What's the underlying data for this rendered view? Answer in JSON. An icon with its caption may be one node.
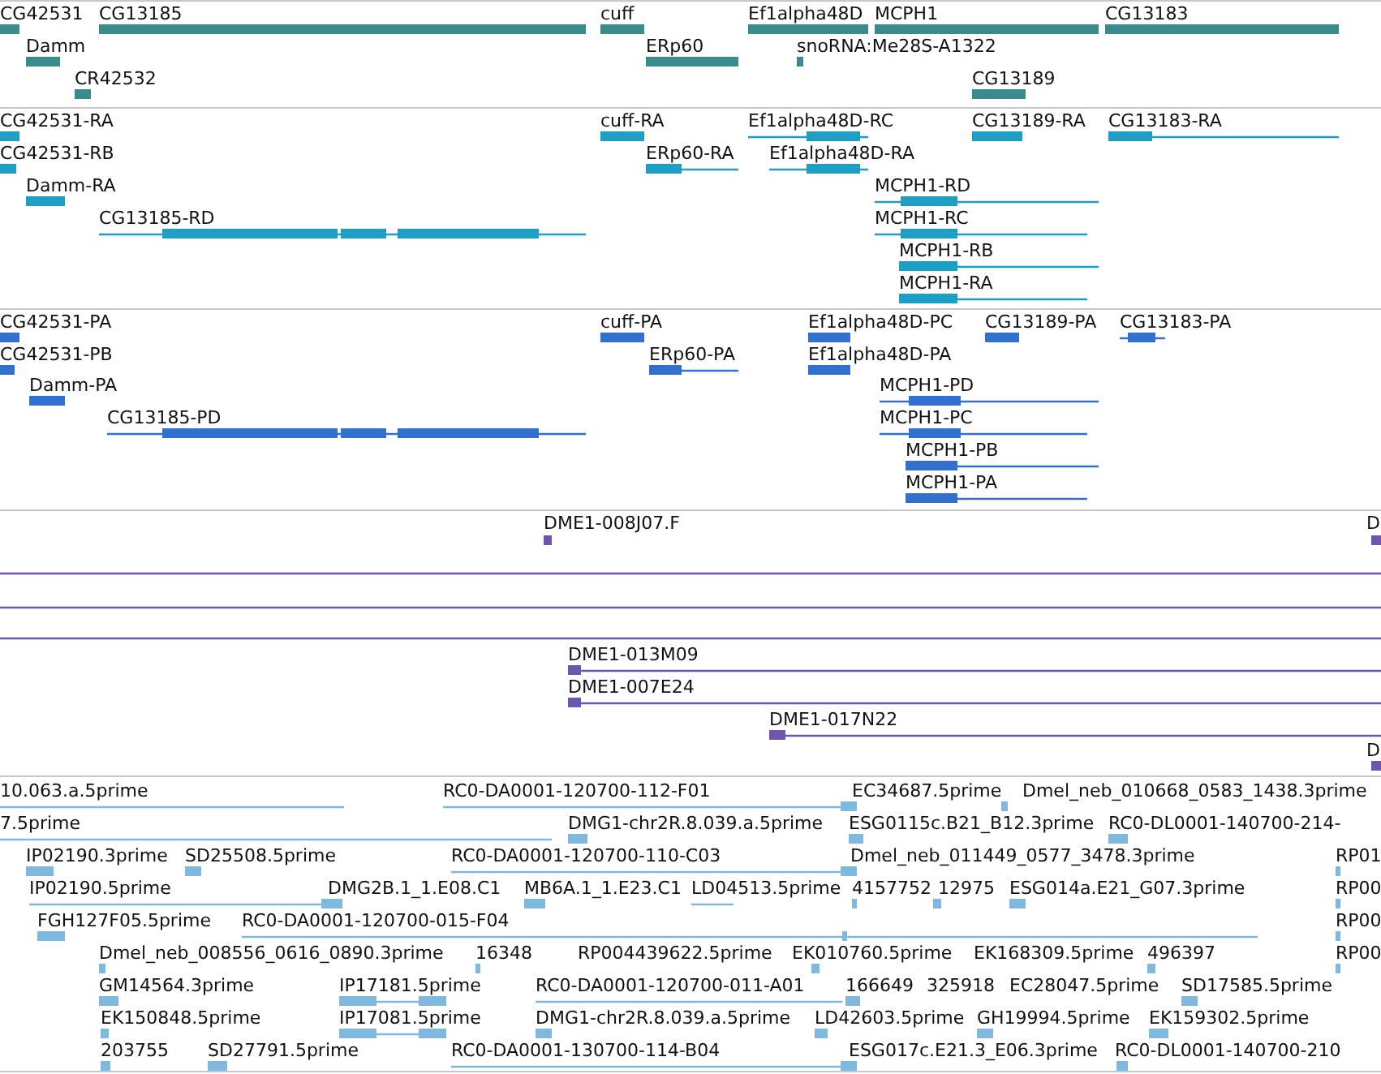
{
  "diagram": {
    "labels": [
      "CG42531",
      "CG13185",
      "cuff",
      "Ef1alpha48D",
      "MCPH1",
      "CG13183",
      "Damm",
      "ERp60",
      "snoRNA:Me28S-A1322",
      "CR42532",
      "CG13189",
      "CG42531-RA",
      "cuff-RA",
      "Ef1alpha48D-RC",
      "CG13189-RA",
      "CG13183-RA",
      "CG42531-RB",
      "ERp60-RA",
      "Ef1alpha48D-RA",
      "Damm-RA",
      "MCPH1-RD",
      "CG13185-RD",
      "MCPH1-RC",
      "MCPH1-RB",
      "MCPH1-RA",
      "CG42531-PA",
      "cuff-PA",
      "Ef1alpha48D-PC",
      "CG13189-PA",
      "CG13183-PA",
      "CG42531-PB",
      "ERp60-PA",
      "Ef1alpha48D-PA",
      "Damm-PA",
      "MCPH1-PD",
      "CG13185-PD",
      "MCPH1-PC",
      "MCPH1-PB",
      "MCPH1-PA",
      "DME1-008J07.F",
      "D",
      "DME1-013M09",
      "DME1-007E24",
      "DME1-017N22",
      "D",
      "10.063.a.5prime",
      "RC0-DA0001-120700-112-F01",
      "EC34687.5prime",
      "Dmel_neb_010668_0583_1438.3prime",
      "7.5prime",
      "DMG1-chr2R.8.039.a.5prime",
      "ESG0115c.B21_B12.3prime",
      "RC0-DL0001-140700-214-",
      "IP02190.3prime",
      "SD25508.5prime",
      "RC0-DA0001-120700-110-C03",
      "Dmel_neb_011449_0577_3478.3prime",
      "RP01",
      "IP02190.5prime",
      "DMG2B.1_1.E08.C1",
      "MB6A.1_1.E23.C1",
      "LD04513.5prime",
      "4157752",
      "12975",
      "ESG014a.E21_G07.3prime",
      "RP00",
      "FGH127F05.5prime",
      "RC0-DA0001-120700-015-F04",
      "RP00",
      "Dmel_neb_008556_0616_0890.3prime",
      "16348",
      "RP004439622.5prime",
      "EK010760.5prime",
      "EK168309.5prime",
      "496397",
      "RP00",
      "GM14564.3prime",
      "IP17181.5prime",
      "RC0-DA0001-120700-011-A01",
      "166649",
      "325918",
      "EC28047.5prime",
      "SD17585.5prime",
      "EK150848.5prime",
      "IP17081.5prime",
      "DMG1-chr2R.8.039.a.5prime",
      "LD42603.5prime",
      "GH19994.5prime",
      "EK159302.5prime",
      "203755",
      "SD27791.5prime",
      "RC0-DA0001-130700-114-B04",
      "ESG017c.E21.3_E06.3prime",
      "RC0-DL0001-140700-210"
    ]
  }
}
